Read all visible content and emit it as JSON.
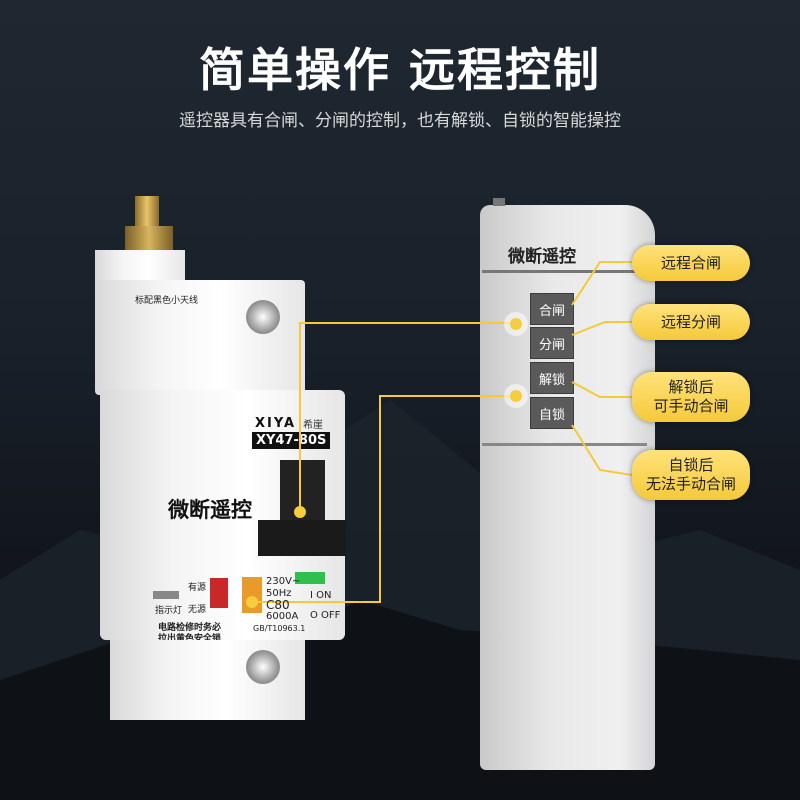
{
  "header": {
    "title": "简单操作 远程控制",
    "subtitle": "遥控器具有合闸、分闸的控制，也有解锁、自锁的智能操控"
  },
  "breaker": {
    "antenna_label": "标配黑色小天线",
    "brand_logo": "XIYA",
    "brand_cn": "希崖",
    "model": "XY47-80S",
    "product_label": "微断遥控",
    "source_on": "有源",
    "source_off": "无源",
    "indicator_label": "指示灯",
    "spec_voltage": "230V~",
    "spec_freq": "50Hz",
    "spec_current": "C80",
    "spec_breaking": "6000A",
    "spec_standard": "GB/T10963.1",
    "on_label": "I ON",
    "off_label": "O OFF",
    "warning_line1": "电路检修时务必",
    "warning_line2": "拉出黄色安全锁"
  },
  "remote": {
    "label": "微断遥控",
    "buttons": [
      "合闸",
      "分闸",
      "解锁",
      "自锁"
    ]
  },
  "callouts": [
    {
      "line1": "远程合闸",
      "line2": ""
    },
    {
      "line1": "远程分闸",
      "line2": ""
    },
    {
      "line1": "解锁后",
      "line2": "可手动合闸"
    },
    {
      "line1": "自锁后",
      "line2": "无法手动合闸"
    }
  ],
  "colors": {
    "accent": "#f5c93a",
    "background": "#151a21",
    "device": "#f2f2f2"
  }
}
